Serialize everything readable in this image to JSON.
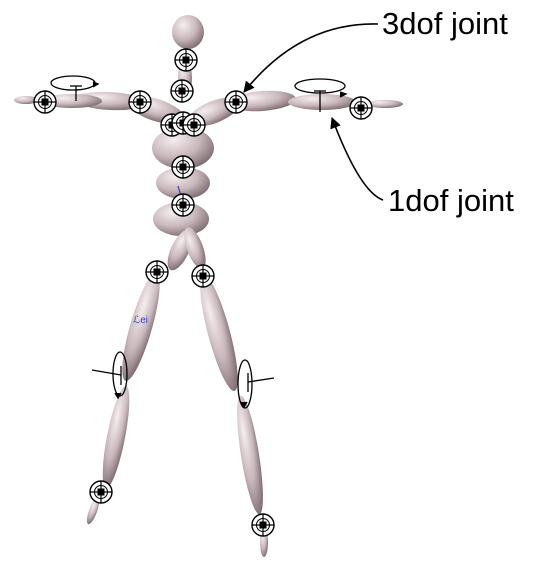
{
  "annotations": {
    "three_dof_label": "3dof joint",
    "one_dof_label": "1dof joint"
  },
  "colors": {
    "segment_fill": "#c9b8bc",
    "segment_shadow": "#7d6b70",
    "segment_highlight": "#f6eef0",
    "joint_stroke": "#000000",
    "arrow": "#000000"
  },
  "model": {
    "three_dof_joint_count": 15,
    "one_dof_joint_count": 4
  }
}
